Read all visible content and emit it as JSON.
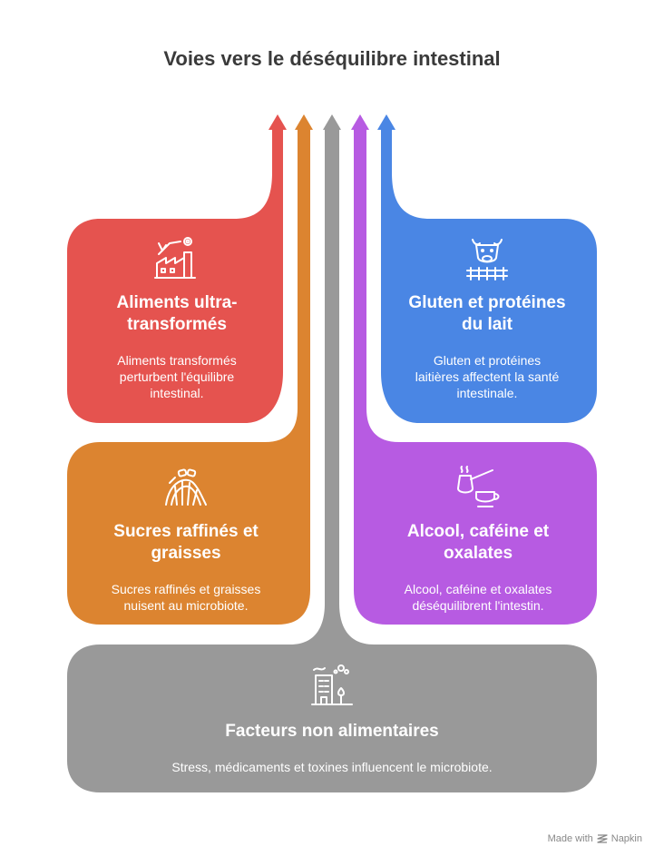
{
  "title": "Voies vers le déséquilibre intestinal",
  "colors": {
    "red": "#E5534F",
    "orange": "#DC8430",
    "gray": "#999999",
    "purple": "#B75BE2",
    "blue": "#4A86E4"
  },
  "cards": {
    "ultra": {
      "icon": "factory-icon",
      "heading_lines": [
        "Aliments ultra-",
        "transformés"
      ],
      "desc_lines": [
        "Aliments transformés",
        "perturbent l'équilibre",
        "intestinal."
      ]
    },
    "gluten": {
      "icon": "cow-fence-icon",
      "heading_lines": [
        "Gluten et protéines",
        "du lait"
      ],
      "desc_lines": [
        "Gluten et protéines",
        "laitières affectent la santé",
        "intestinale."
      ]
    },
    "sucres": {
      "icon": "roller-coaster-icon",
      "heading_lines": [
        "Sucres raffinés et",
        "graisses"
      ],
      "desc_lines": [
        "Sucres raffinés et graisses",
        "nuisent au microbiote."
      ]
    },
    "alcool": {
      "icon": "coffee-pot-cup-icon",
      "heading_lines": [
        "Alcool, caféine et",
        "oxalates"
      ],
      "desc_lines": [
        "Alcool, caféine et oxalates",
        "déséquilibrent l'intestin."
      ]
    },
    "facteurs": {
      "icon": "polluted-building-icon",
      "heading_lines": [
        "Facteurs non alimentaires"
      ],
      "desc_lines": [
        "Stress, médicaments et toxines influencent le microbiote."
      ]
    }
  },
  "footer": {
    "made_with": "Made with",
    "brand": "Napkin"
  }
}
